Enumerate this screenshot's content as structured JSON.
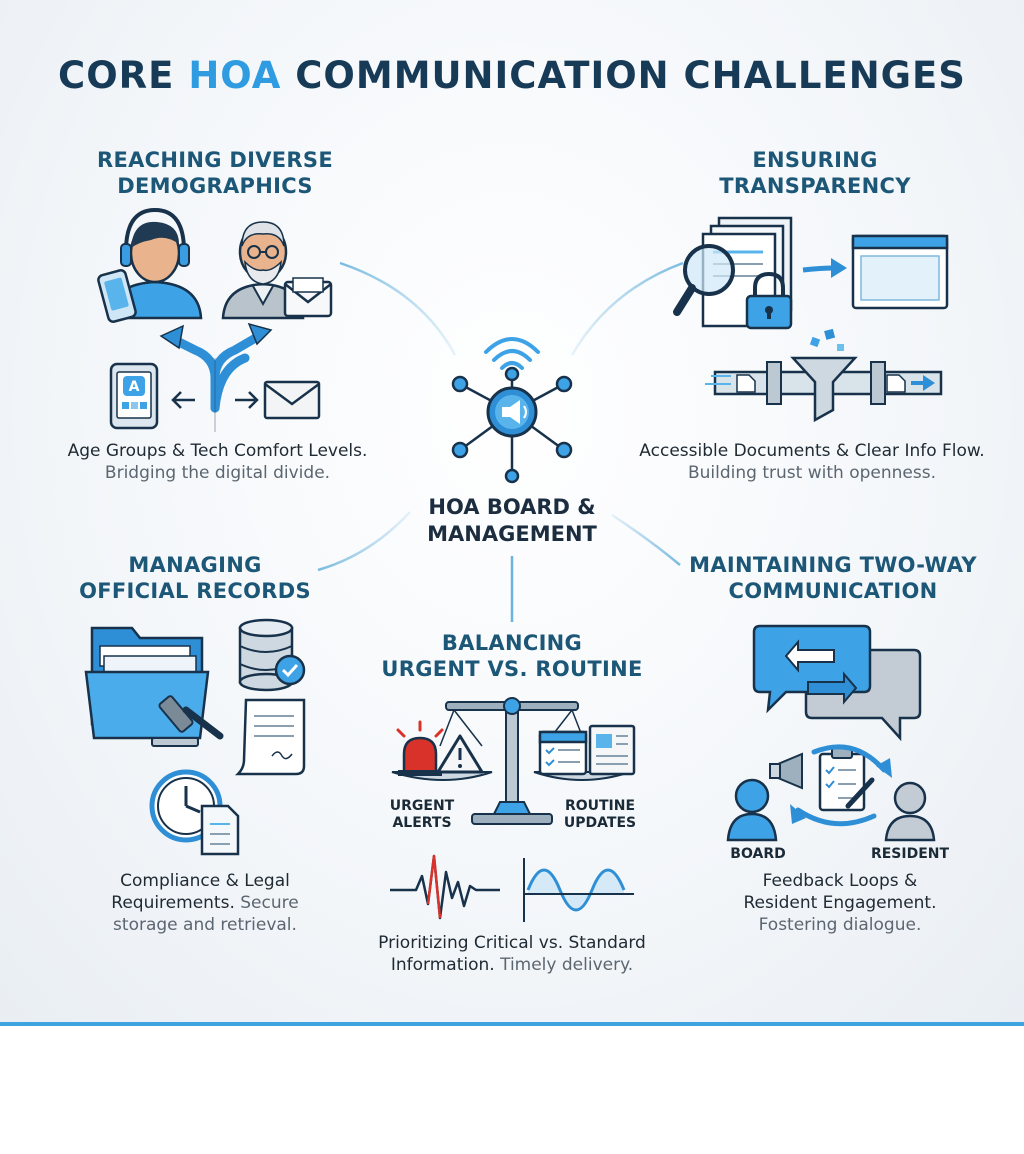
{
  "title": {
    "part1": "CORE",
    "part2": "HOA",
    "part3": "COMMUNICATION CHALLENGES"
  },
  "hub": {
    "line1": "HOA BOARD &",
    "line2": "MANAGEMENT"
  },
  "sections": {
    "diverse": {
      "title_line1": "REACHING DIVERSE",
      "title_line2": "DEMOGRAPHICS",
      "caption_main": "Age Groups & Tech Comfort Levels.",
      "caption_sub": "Bridging the digital divide."
    },
    "transparency": {
      "title_line1": "ENSURING",
      "title_line2": "TRANSPARENCY",
      "caption_main": "Accessible Documents & Clear Info Flow.",
      "caption_sub": "Building trust with openness."
    },
    "records": {
      "title_line1": "MANAGING",
      "title_line2": "OFFICIAL RECORDS",
      "caption_line1": "Compliance & Legal",
      "caption_line2_main": "Requirements.",
      "caption_line2_sub": "Secure",
      "caption_line3_sub": "storage and retrieval."
    },
    "urgent": {
      "title_line1": "BALANCING",
      "title_line2": "URGENT VS. ROUTINE",
      "label_left_1": "URGENT",
      "label_left_2": "ALERTS",
      "label_right_1": "ROUTINE",
      "label_right_2": "UPDATES",
      "caption_line1": "Prioritizing Critical vs. Standard",
      "caption_line2_main": "Information.",
      "caption_line2_sub": "Timely delivery."
    },
    "twoway": {
      "title_line1": "MAINTAINING TWO-WAY",
      "title_line2": "COMMUNICATION",
      "label_board": "BOARD",
      "label_resident": "RESIDENT",
      "caption_line1": "Feedback Loops &",
      "caption_line2": "Resident Engagement.",
      "caption_sub": "Fostering dialogue."
    }
  },
  "icons": [
    "people-headphones-icon",
    "senior-person-icon",
    "smartphone-icon",
    "envelope-icon",
    "tablet-app-icon",
    "branching-arrows-icon",
    "magnifier-documents-icon",
    "padlock-icon",
    "browser-window-icon",
    "pipeline-funnel-icon",
    "wifi-icon",
    "broadcast-network-icon",
    "folder-icon",
    "database-check-icon",
    "gavel-icon",
    "certificate-scroll-icon",
    "clock-document-icon",
    "alarm-siren-icon",
    "warning-triangle-icon",
    "balance-scale-icon",
    "calendar-checklist-icon",
    "newspaper-icon",
    "heartbeat-wave-icon",
    "sine-wave-icon",
    "chat-bubbles-arrows-icon",
    "megaphone-icon",
    "clipboard-icon",
    "person-icon"
  ],
  "colors": {
    "navy": "#173a57",
    "teal": "#1c5777",
    "accent": "#2f9be0",
    "light_blue": "#6cc0ef",
    "red": "#d9322b",
    "gray": "#8f9aa5"
  }
}
